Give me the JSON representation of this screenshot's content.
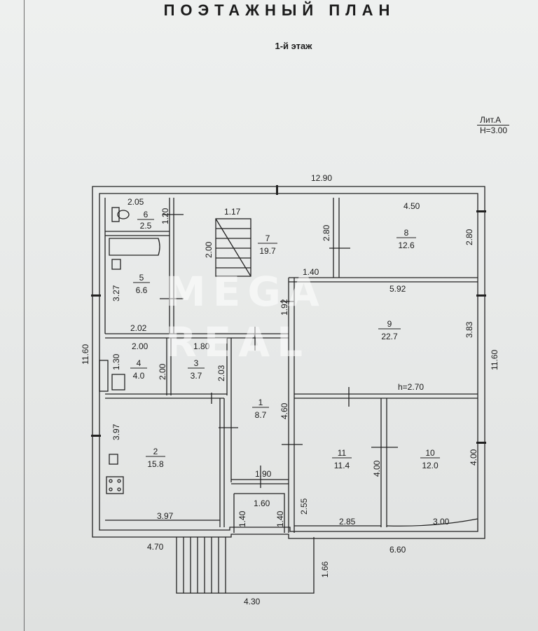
{
  "header": {
    "title": "ПОЭТАЖНЫЙ ПЛАН",
    "floor": "1-й этаж",
    "lit_line1": "Лит.А",
    "lit_line2": "H=3.00"
  },
  "watermark": {
    "line1": "MEGA",
    "line2": "REAL"
  },
  "rooms": [
    {
      "id": "room-1",
      "number": "1",
      "area": "8.7"
    },
    {
      "id": "room-2",
      "number": "2",
      "area": "15.8"
    },
    {
      "id": "room-3",
      "number": "3",
      "area": "3.7"
    },
    {
      "id": "room-4",
      "number": "4",
      "area": "4.0"
    },
    {
      "id": "room-5",
      "number": "5",
      "area": "6.6"
    },
    {
      "id": "room-6",
      "number": "6",
      "area": "2.5"
    },
    {
      "id": "room-7",
      "number": "7",
      "area": "19.7"
    },
    {
      "id": "room-8",
      "number": "8",
      "area": "12.6"
    },
    {
      "id": "room-9",
      "number": "9",
      "area": "22.7"
    },
    {
      "id": "room-10",
      "number": "10",
      "area": "12.0"
    },
    {
      "id": "room-11",
      "number": "11",
      "area": "11.4"
    }
  ],
  "dimensions": {
    "overall_top": "12.90",
    "overall_left": "11.60",
    "overall_right": "11.60",
    "bottom_left": "4.70",
    "bottom_right": "6.60",
    "porch_width": "4.30",
    "porch_depth": "1.66",
    "r6_width": "2.05",
    "r6_height": "1.20",
    "r7_top": "1.17",
    "r7_left": "2.00",
    "r7_right": "2.80",
    "r7_bottom": "1.40",
    "r8_top": "4.50",
    "r8_right": "2.80",
    "r9_top": "5.92",
    "r9_right": "3.83",
    "r9_left": "1.92",
    "r9_ceiling": "h=2.70",
    "r5_left": "3.27",
    "r5_bottom": "2.02",
    "r4_top": "2.00",
    "r4_left": "1.30",
    "r4_right": "2.00",
    "r3_top": "1.80",
    "r3_right": "2.03",
    "r1_right": "4.60",
    "r1_bottom": "1.90",
    "r2_left": "3.97",
    "r2_bottom": "3.97",
    "vest_width": "1.60",
    "vest_left": "1.40",
    "vest_right": "1.40",
    "r11_left": "2.55",
    "r11_right": "4.00",
    "r11_bottom": "2.85",
    "r10_right": "4.00",
    "r10_bottom": "3.00"
  }
}
